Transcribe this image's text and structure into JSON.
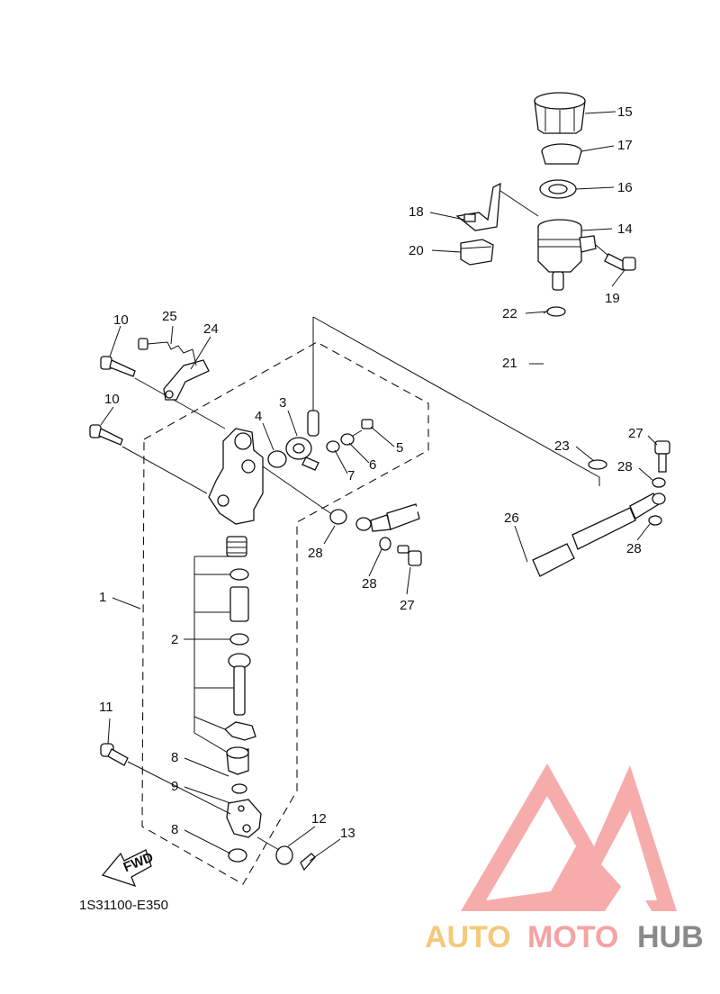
{
  "diagram_code": "1S31100-E350",
  "fwd_label": "FWD",
  "watermark": {
    "part1": "AUTO",
    "part2": "MOTO",
    "part3": "HUB",
    "color_part1": "#f5c87a",
    "color_part2": "#f4a3a3",
    "color_part3": "#8a8a8a",
    "logo_color": "#f7a4a4"
  },
  "callouts": [
    "1",
    "2",
    "3",
    "4",
    "5",
    "6",
    "7",
    "8",
    "8",
    "9",
    "10",
    "10",
    "11",
    "12",
    "13",
    "14",
    "15",
    "16",
    "17",
    "18",
    "19",
    "20",
    "21",
    "22",
    "23",
    "24",
    "25",
    "26",
    "27",
    "27",
    "28",
    "28",
    "28",
    "28"
  ]
}
